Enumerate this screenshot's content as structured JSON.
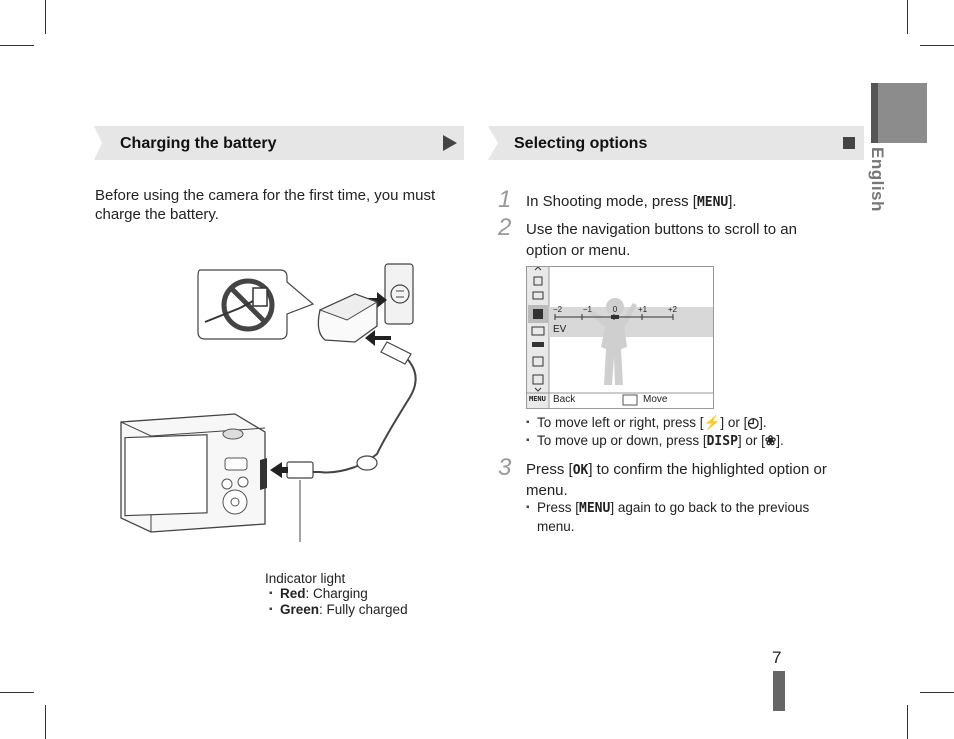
{
  "left": {
    "title": "Charging the battery",
    "intro": "Before using the camera for the first time, you must charge the battery.",
    "indicator": {
      "heading": "Indicator light",
      "items": [
        {
          "label": "Red",
          "text": ": Charging"
        },
        {
          "label": "Green",
          "text": ": Fully charged"
        }
      ]
    }
  },
  "right": {
    "title": "Selecting options",
    "steps": [
      {
        "num": "1",
        "pre": "In Shooting mode, press [",
        "key": "MENU",
        "post": "]."
      },
      {
        "num": "2",
        "line1": "Use the navigation buttons to scroll to an",
        "line2": "option or menu."
      },
      {
        "num": "3",
        "pre": "Press [",
        "key": "OK",
        "post": "] to confirm the highlighted option or",
        "line2": "menu."
      }
    ],
    "bullets_step2": [
      {
        "pre": "To move left or right, press [",
        "k1": "⚡",
        "mid": "] or [",
        "k2": "◴",
        "post": "]."
      },
      {
        "pre": "To move up or down, press [",
        "k1": "DISP",
        "mid": "] or [",
        "k2": "❀",
        "post": "]."
      }
    ],
    "bullet_step3": {
      "pre": "Press [",
      "key": "MENU",
      "post": "] again to go back to the previous",
      "line2": "menu."
    },
    "screen": {
      "ev_label": "EV",
      "ev_ticks": [
        "−2",
        "−1",
        "0",
        "+1",
        "+2"
      ],
      "back_label": "Back",
      "move_label": "Move",
      "menu_key": "MENU"
    }
  },
  "side_tab": "English",
  "page_number": "7"
}
